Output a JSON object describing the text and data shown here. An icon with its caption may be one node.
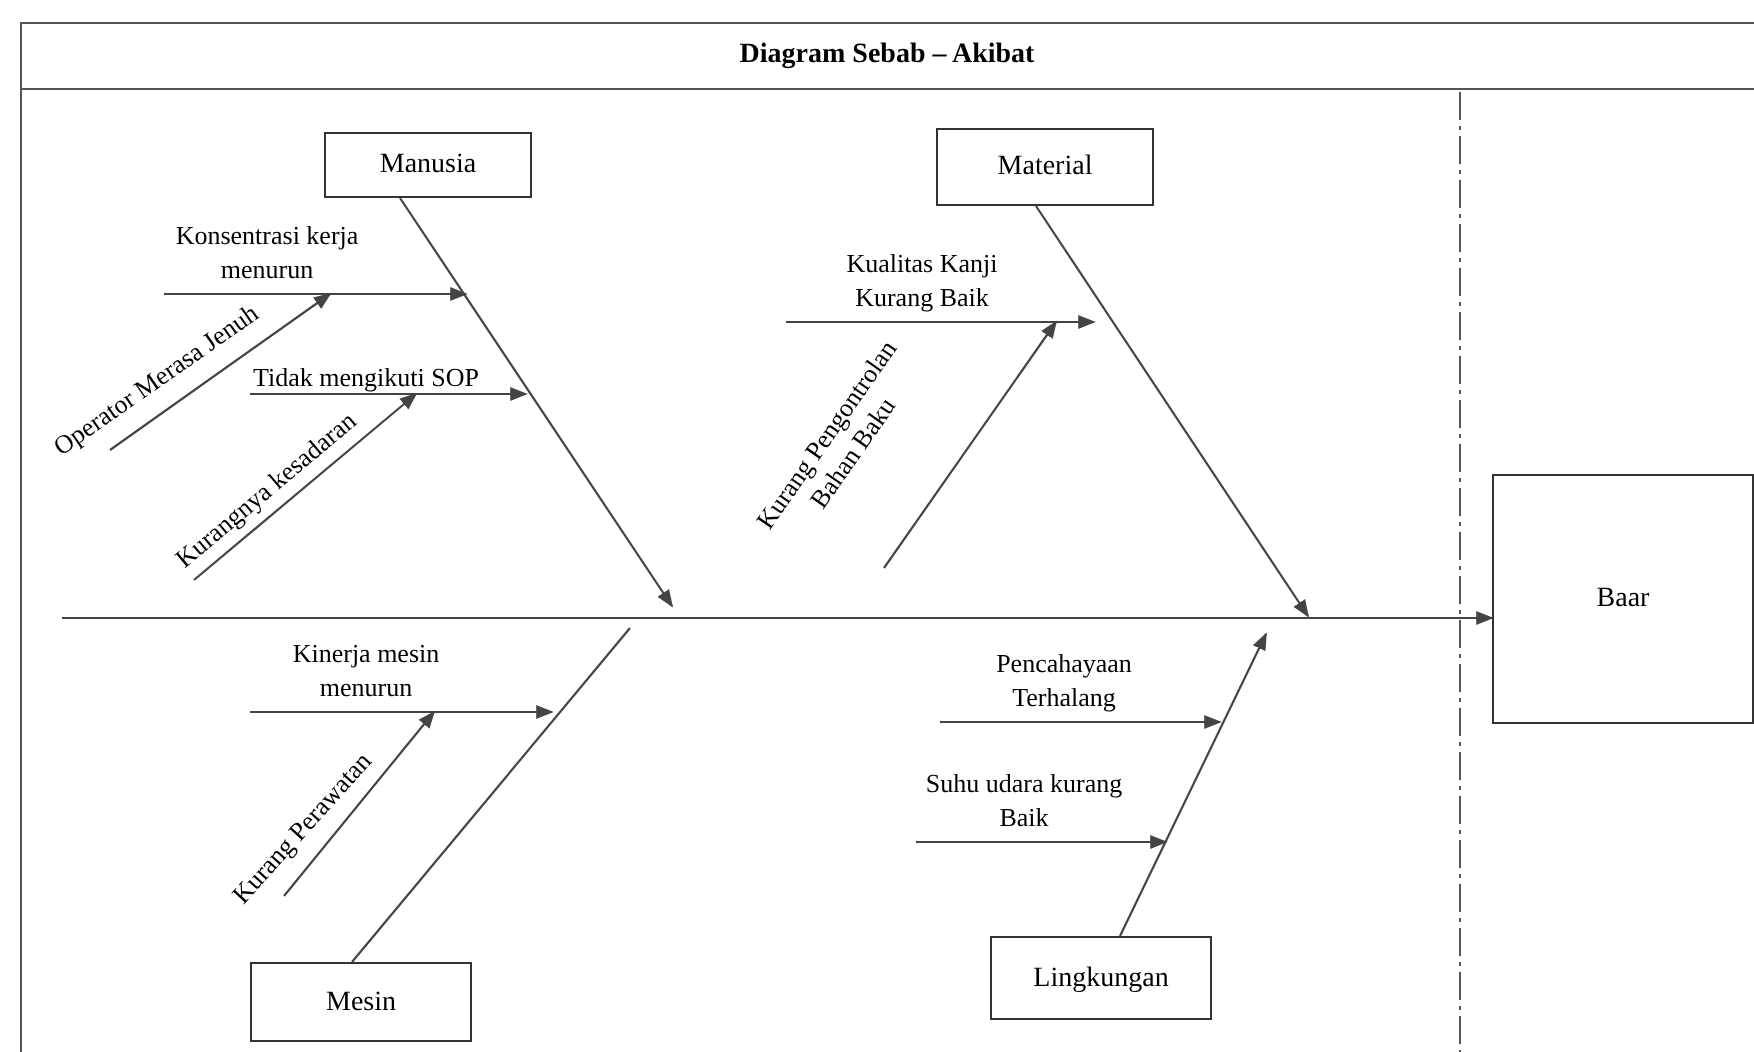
{
  "diagram": {
    "title": "Diagram Sebab – Akibat",
    "nodes": [
      {
        "text": [
          "Manusia"
        ]
      },
      {
        "text": [
          "Konsentrasi kerja menurun"
        ]
      },
      {
        "text": [
          "Operator Merasa Jenuh"
        ]
      },
      {
        "text": [
          "Tidak mengikuti SOP"
        ]
      },
      {
        "text": [
          "Kurangnya kesadaran"
        ]
      },
      {
        "text": [
          "Material"
        ]
      },
      {
        "text": [
          "Kualitas Kanji Kurang Baik"
        ]
      },
      {
        "text": [
          "Kurang Pengontrolan Bahan Baku"
        ]
      },
      {
        "text": [
          "Baar"
        ]
      },
      {
        "text": [
          "Kinerja mesin menurun"
        ]
      },
      {
        "text": [
          "Kurang Perawatan"
        ]
      },
      {
        "text": [
          "Mesin"
        ]
      },
      {
        "text": [
          "Lingkungan"
        ]
      },
      {
        "text": [
          "Pencahayaan Terhalang"
        ]
      },
      {
        "text": [
          "Suhu udara kurang Baik"
        ]
      }
    ],
    "edges": [
      {
        "from": 0,
        "to": null,
        "arrow": "to"
      },
      {
        "from": 1,
        "to": null,
        "arrow": "to"
      },
      {
        "from": 2,
        "to": 1,
        "arrow": "to"
      },
      {
        "from": 3,
        "to": null,
        "arrow": "to"
      },
      {
        "from": 4,
        "to": 3,
        "arrow": "to"
      },
      {
        "from": 5,
        "to": null,
        "arrow": "to"
      },
      {
        "from": 6,
        "to": null,
        "arrow": "to"
      },
      {
        "from": 7,
        "to": 6,
        "arrow": "to"
      },
      {
        "from": null,
        "to": 8,
        "arrow": "to"
      },
      {
        "from": 9,
        "to": null,
        "arrow": "to"
      },
      {
        "from": 10,
        "to": 9,
        "arrow": "to"
      },
      {
        "from": 11,
        "to": null,
        "arrow": "none"
      },
      {
        "from": 12,
        "to": null,
        "arrow": "to"
      },
      {
        "from": 13,
        "to": null,
        "arrow": "to"
      },
      {
        "from": 14,
        "to": null,
        "arrow": "to"
      }
    ]
  }
}
